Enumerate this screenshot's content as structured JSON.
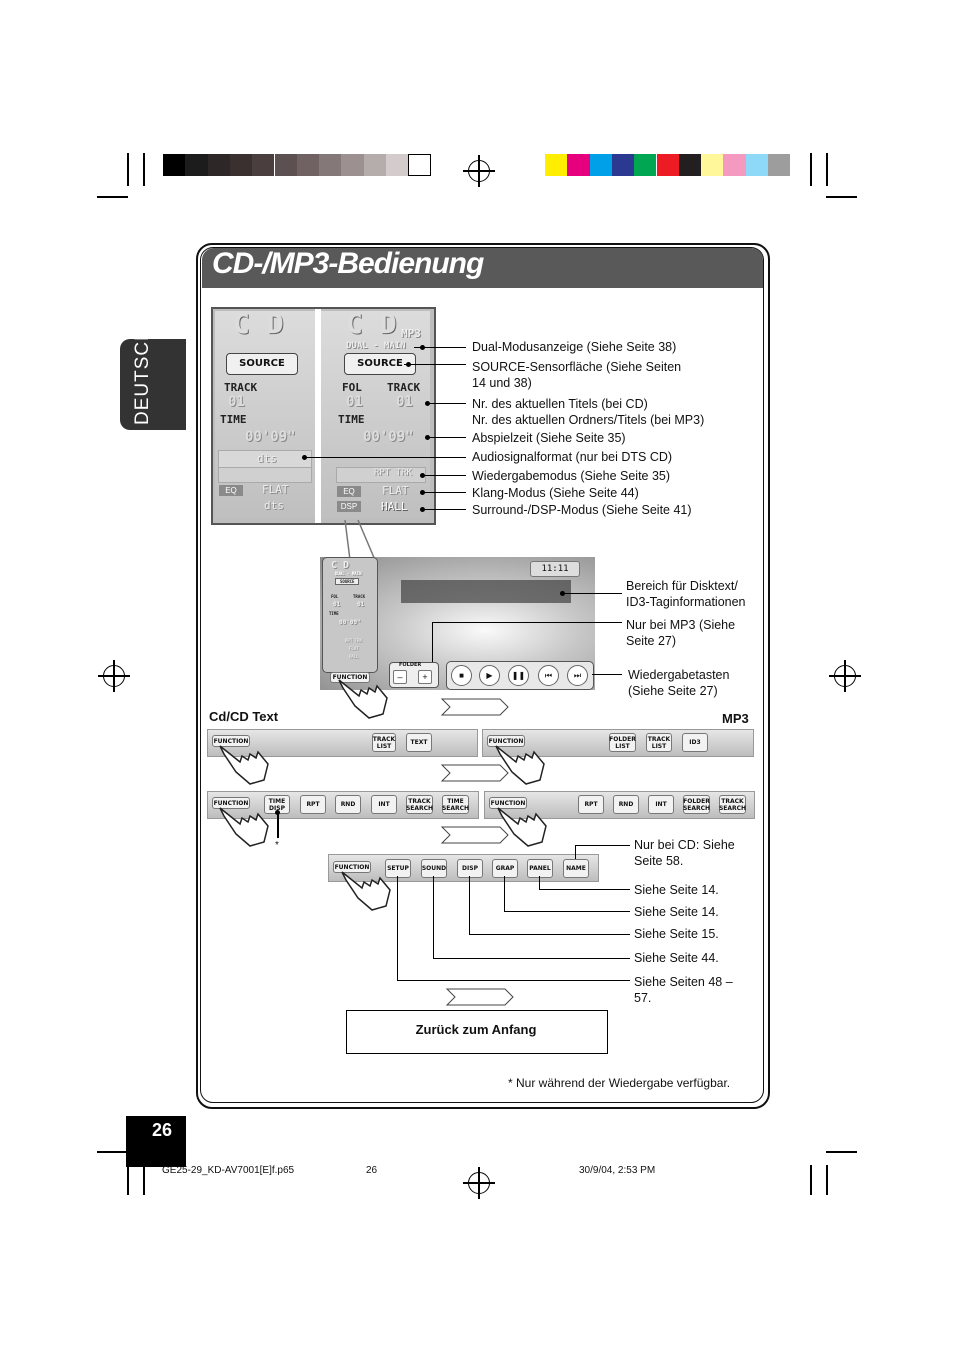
{
  "page": {
    "title": "CD-/MP3-Bedienung",
    "language_tab": "DEUTSCH",
    "page_number": "26",
    "footer_file": "GE25-29_KD-AV7001[E]f.p65",
    "footer_page": "26",
    "footer_date": "30/9/04, 2:53 PM",
    "footnote": "*  Nur während der Wiedergabe verfügbar."
  },
  "display": {
    "cd_logo": "C D",
    "mp3_logo": "C D",
    "mp3_tag": "MP3",
    "dual_main": "DUAL - MAIN",
    "source": "SOURCE",
    "track": "TRACK",
    "fol": "FOL",
    "track_no": "01",
    "fol_no": "01",
    "time": "TIME",
    "time_value": "00'09\"",
    "dts": "dts",
    "rpt_trk": "RPT  TRK",
    "eq": "EQ",
    "flat": "FLAT",
    "dsp": "DSP",
    "hall": "HALL",
    "clock": "11:11",
    "folder": "FOLDER",
    "function": "FUNCTION"
  },
  "callouts": [
    "Dual-Modusanzeige (Siehe Seite 38)",
    "SOURCE-Sensorfläche (Siehe Seiten",
    "14 und 38)",
    "Nr. des aktuellen Titels (bei CD)",
    "Nr. des aktuellen Ordners/Titels (bei MP3)",
    "Abspielzeit (Siehe Seite 35)",
    "Audiosignalformat (nur bei DTS CD)",
    "Wiedergabemodus (Siehe Seite 35)",
    "Klang-Modus (Siehe Seite 44)",
    "Surround-/DSP-Modus (Siehe Seite 41)"
  ],
  "screen_callouts": [
    "Bereich für Disktext/",
    "ID3-Taginformationen",
    "Nur bei MP3 (Siehe",
    "Seite 27)",
    "Wiedergabetasten",
    "(Siehe Seite 27)"
  ],
  "sections": {
    "cd": "Cd/CD Text",
    "mp3": "MP3"
  },
  "buttons": {
    "cd_row1": [
      "TRACK LIST",
      "TEXT"
    ],
    "mp3_row1": [
      "FOLDER LIST",
      "TRACK LIST",
      "ID3"
    ],
    "cd_row2": [
      "TIME DISP",
      "RPT",
      "RND",
      "INT",
      "TRACK SEARCH",
      "TIME SEARCH"
    ],
    "mp3_row2": [
      "RPT",
      "RND",
      "INT",
      "FOLDER SEARCH",
      "TRACK SEARCH"
    ],
    "row3": [
      "SETUP",
      "SOUND",
      "DISP",
      "GRAP",
      "PANEL",
      "NAME"
    ]
  },
  "row3_callouts": [
    "Nur bei CD: Siehe",
    "Seite 58.",
    "Siehe Seite 14.",
    "Siehe Seite 14.",
    "Siehe Seite 15.",
    "Siehe Seite 44.",
    "Siehe Seiten 48 –",
    "57."
  ],
  "asterisk": "*",
  "back_button": "Zurück zum Anfang",
  "colors": {
    "title_bar": "#595959",
    "swatches_gray": [
      "#000000",
      "#1c1c1c",
      "#2e2727",
      "#3a3030",
      "#4a3e3e",
      "#5d5050",
      "#706262",
      "#857878",
      "#9c9090",
      "#b5acac",
      "#d4cccc",
      "#ffffff"
    ],
    "swatches_color": [
      "#ffee00",
      "#e6007e",
      "#00a0e9",
      "#2b3990",
      "#00a651",
      "#ed1c24",
      "#231f20",
      "#fff799",
      "#f49ac1",
      "#8ed8f8",
      "#9d9d9d"
    ]
  }
}
